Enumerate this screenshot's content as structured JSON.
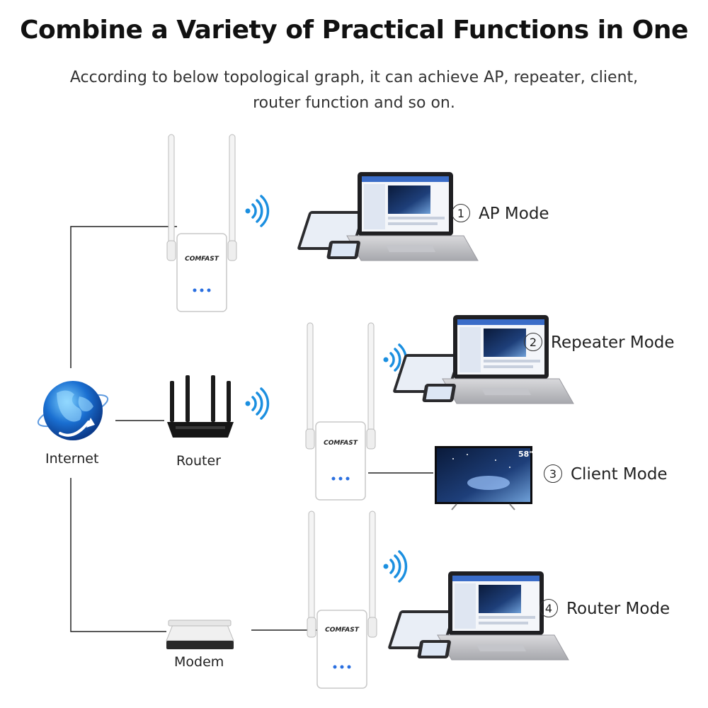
{
  "header": {
    "title": "Combine a Variety of Practical Functions in One",
    "subtitle": "According to below topological graph, it can achieve AP, repeater, client, router function and so on."
  },
  "nodes": {
    "internet": "Internet",
    "router": "Router",
    "modem": "Modem",
    "brand": "COMFAST",
    "tv_size": "58\""
  },
  "modes": [
    {
      "num": "1",
      "label": "AP Mode"
    },
    {
      "num": "2",
      "label": "Repeater Mode"
    },
    {
      "num": "3",
      "label": "Client Mode"
    },
    {
      "num": "4",
      "label": "Router Mode"
    }
  ],
  "colors": {
    "wifi_blue": "#1b8fe0",
    "line": "#222222",
    "globe": "#1a6fd1"
  }
}
